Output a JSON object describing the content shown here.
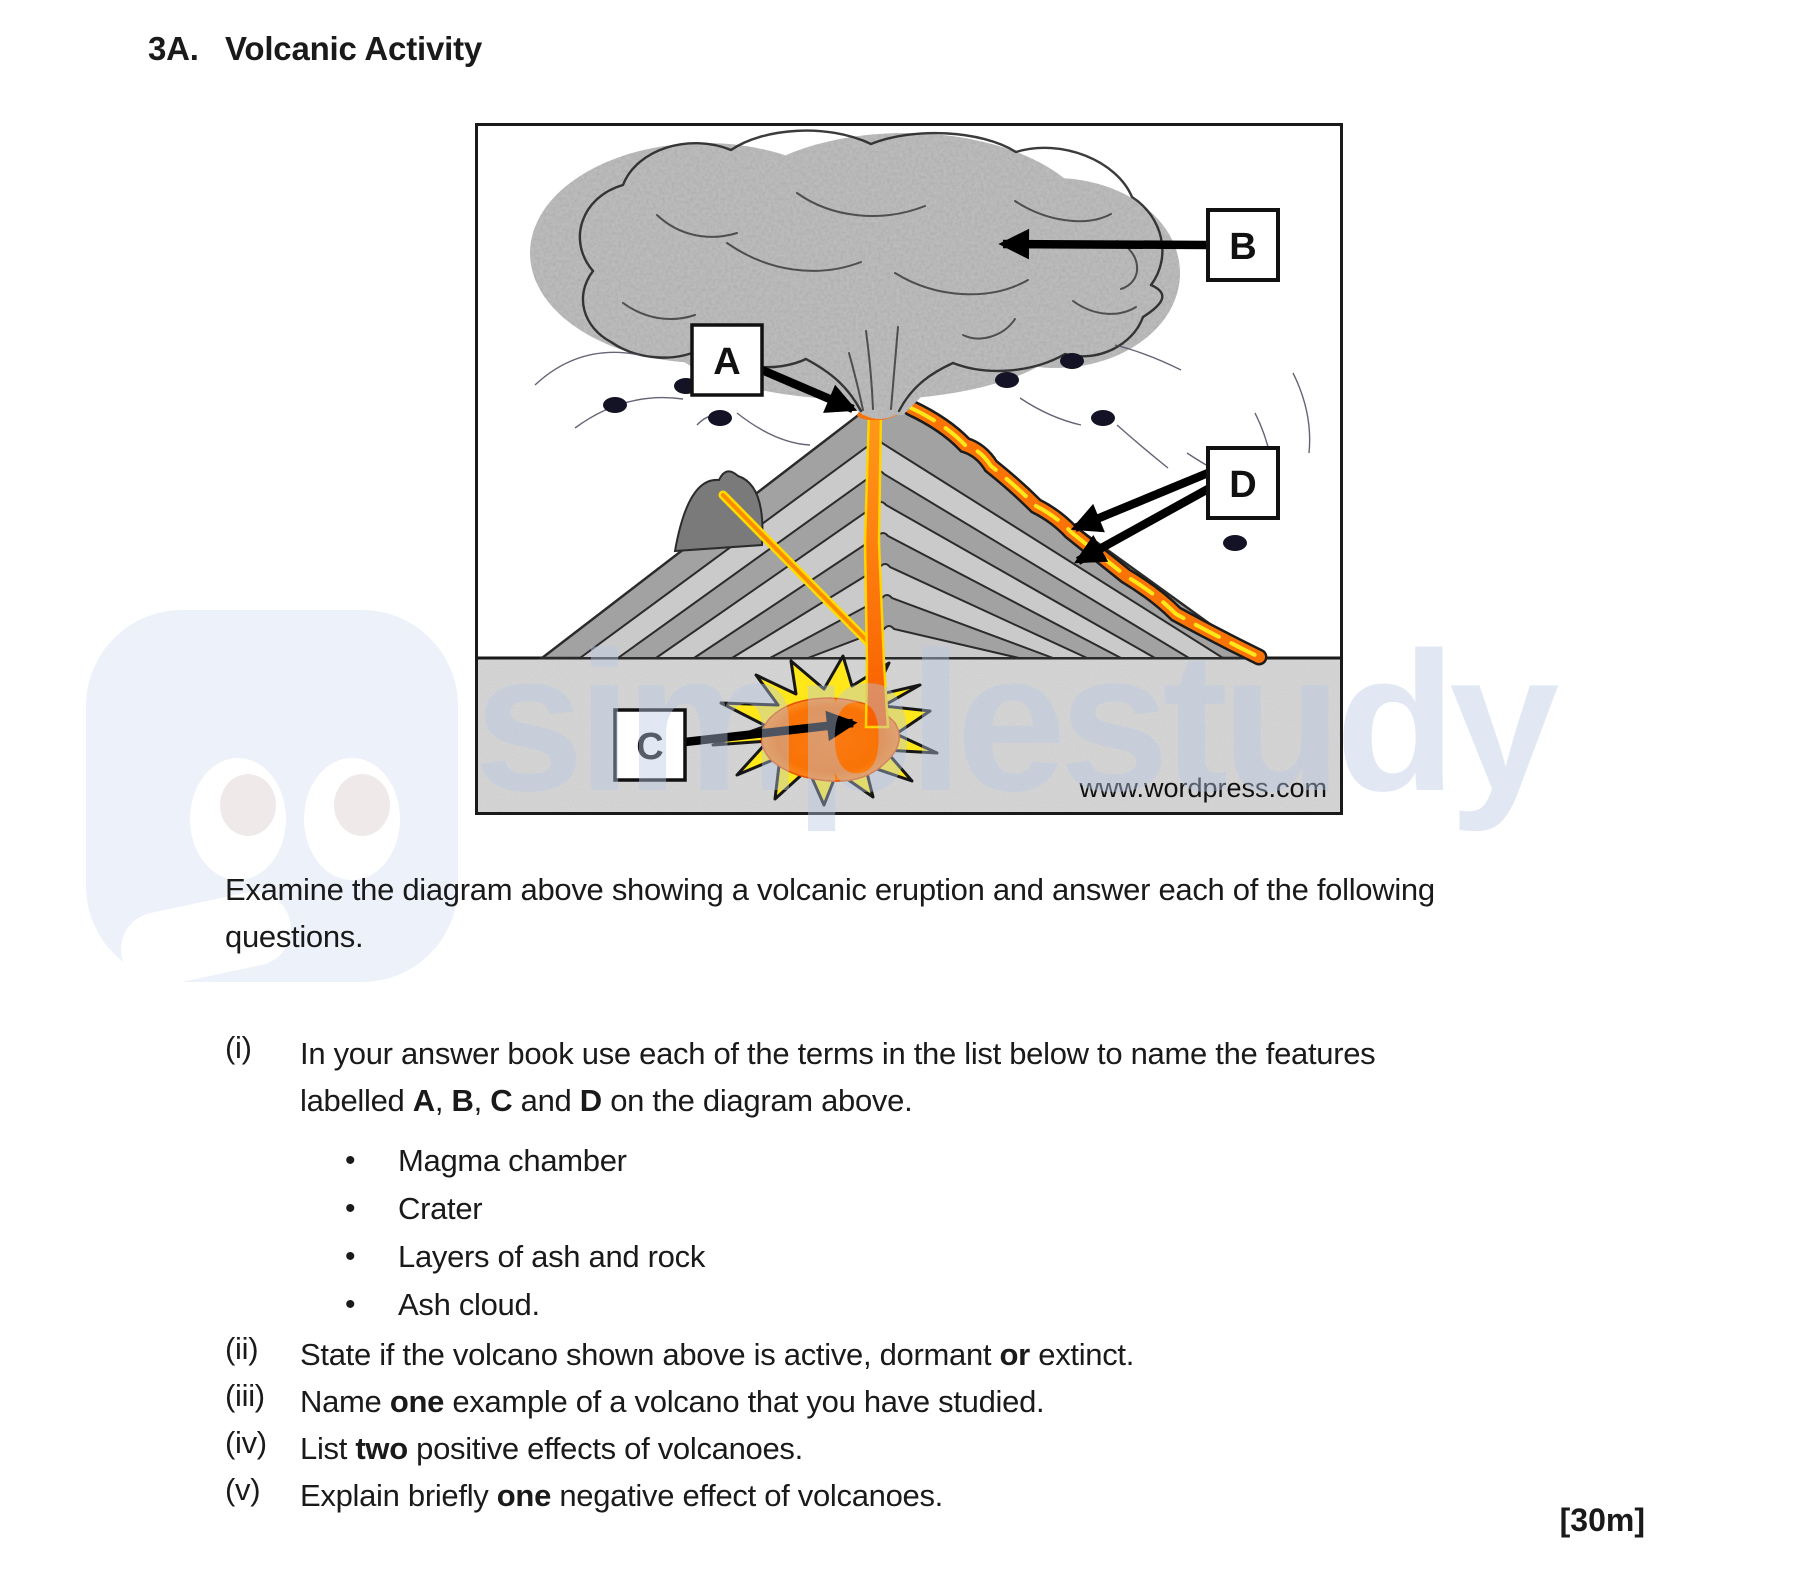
{
  "header": {
    "section_number": "3A.",
    "title": "Volcanic Activity"
  },
  "diagram": {
    "labels": {
      "a": "A",
      "b": "B",
      "c": "C",
      "d": "D"
    },
    "credit": "www.wordpress.com",
    "colors": {
      "lava_orange": "#f97306",
      "lava_deep": "#e85d04",
      "lava_yellow": "#ffe71a",
      "ash_cloud_gray": "#bcbcbc",
      "cone_light_gray": "#cacaca",
      "cone_dark_gray": "#a2a2a2",
      "parasitic_gray": "#7a7a7a",
      "ground_gray": "#d6d6d6",
      "bomb_dark": "#131325",
      "ink_black": "#1c1c1c",
      "watermark_blue": "#b7c8e4"
    }
  },
  "questions": {
    "intro_lines": [
      [
        {
          "t": "Examine the diagram above showing a volcanic eruption and answer each of the following"
        }
      ],
      [
        {
          "t": "questions."
        }
      ]
    ],
    "items": [
      {
        "num": "(i)",
        "lines": [
          [
            {
              "t": "In your answer book use each of the terms in the list below to name the features"
            }
          ],
          [
            {
              "t": "labelled "
            },
            {
              "t": "A",
              "b": true
            },
            {
              "t": ", "
            },
            {
              "t": "B",
              "b": true
            },
            {
              "t": ", "
            },
            {
              "t": "C",
              "b": true
            },
            {
              "t": " and "
            },
            {
              "t": "D",
              "b": true
            },
            {
              "t": " on the diagram above."
            }
          ]
        ],
        "bullets": [
          "Magma chamber",
          "Crater",
          "Layers of ash and rock",
          "Ash cloud."
        ]
      },
      {
        "num": "(ii)",
        "lines": [
          [
            {
              "t": "State if the volcano shown above is active, dormant "
            },
            {
              "t": "or",
              "b": true
            },
            {
              "t": " extinct."
            }
          ]
        ]
      },
      {
        "num": "(iii)",
        "lines": [
          [
            {
              "t": "Name "
            },
            {
              "t": "one",
              "b": true
            },
            {
              "t": " example of a volcano that you have studied."
            }
          ]
        ]
      },
      {
        "num": "(iv)",
        "lines": [
          [
            {
              "t": "List "
            },
            {
              "t": "two",
              "b": true
            },
            {
              "t": " positive effects of volcanoes."
            }
          ]
        ]
      },
      {
        "num": "(v)",
        "lines": [
          [
            {
              "t": "Explain briefly "
            },
            {
              "t": "one",
              "b": true
            },
            {
              "t": " negative effect of volcanoes."
            }
          ]
        ]
      }
    ],
    "marks": "[30m]"
  },
  "watermark": {
    "text": "simplestudy"
  }
}
